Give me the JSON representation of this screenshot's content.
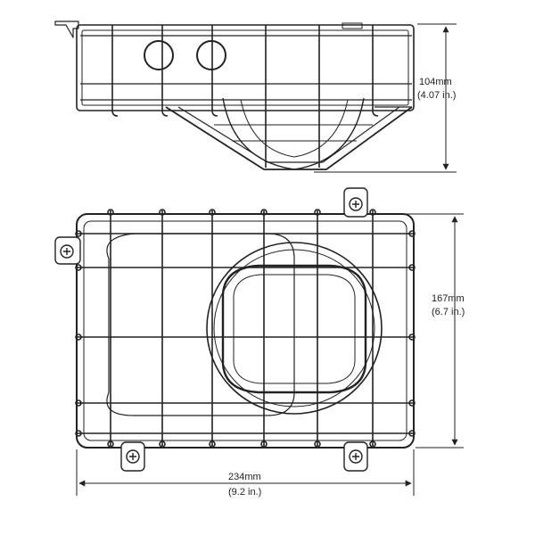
{
  "dimensions": {
    "height": {
      "metric": "104mm",
      "imperial": "(4.07 in.)"
    },
    "depth": {
      "metric": "167mm",
      "imperial": "(6.7 in.)"
    },
    "width": {
      "metric": "234mm",
      "imperial": "(9.2 in.)"
    }
  },
  "colors": {
    "line": "#222222",
    "background": "#ffffff"
  }
}
